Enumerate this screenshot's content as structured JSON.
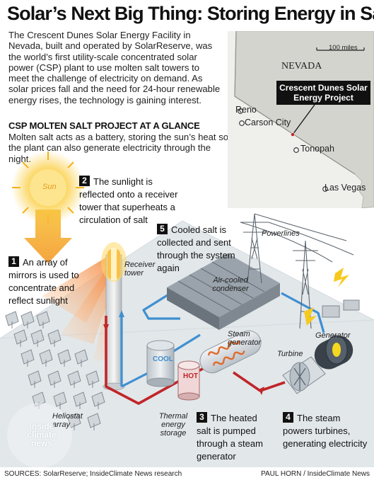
{
  "title": "Solar’s Next Big Thing: Storing Energy in Salt",
  "intro": "The Crescent Dunes Solar Energy Facility in Nevada, built and operated by SolarReserve, was the world’s first utility-scale concentrated solar power (CSP) plant to use molten salt towers to meet the challenge of electricity on demand. As solar prices fall and the need for 24-hour renewable energy rises, the technology is gaining interest.",
  "glance": {
    "heading": "CSP MOLTEN SALT PROJECT AT A GLANCE",
    "text": "Molten salt acts as a battery, storing the sun’s heat so the plant can also generate electricity through the night."
  },
  "map": {
    "state": "NEVADA",
    "scale": "100 miles",
    "cities": [
      "Reno",
      "Carson City",
      "Tonopah",
      "Las Vegas"
    ],
    "project_label": "Crescent Dunes Solar Energy Project"
  },
  "steps": [
    {
      "num": "1",
      "text": "An array of mirrors is used to concentrate and reflect sunlight"
    },
    {
      "num": "2",
      "text": "The sunlight is reflected onto a receiver tower that superheats a circulation of salt"
    },
    {
      "num": "3",
      "text": "The heated salt is pumped through a steam generator"
    },
    {
      "num": "4",
      "text": "The steam powers turbines, generating electricity"
    },
    {
      "num": "5",
      "text": "Cooled salt is collected and sent through the system again"
    }
  ],
  "labels": {
    "sun": "Sun",
    "receiver": "Receiver tower",
    "powerlines": "Powerlines",
    "condenser": "Air-cooled condenser",
    "steam_gen": "Steam generator",
    "generator": "Generator",
    "turbine": "Turbine",
    "cool": "COOL",
    "hot": "HOT",
    "storage": "Thermal energy storage",
    "heliostat": "Heliostat array"
  },
  "watermark": [
    "inside",
    "climate",
    "news"
  ],
  "footer": {
    "sources": "SOURCES: SolarReserve; InsideClimate News research",
    "credit": "PAUL HORN / InsideClimate News"
  },
  "colors": {
    "hot_pipe": "#c0262a",
    "cool_pipe": "#3f8fd0",
    "ground": "#e2e7ea",
    "map_land": "#d4d4cf",
    "sun": "#f6b11e"
  }
}
